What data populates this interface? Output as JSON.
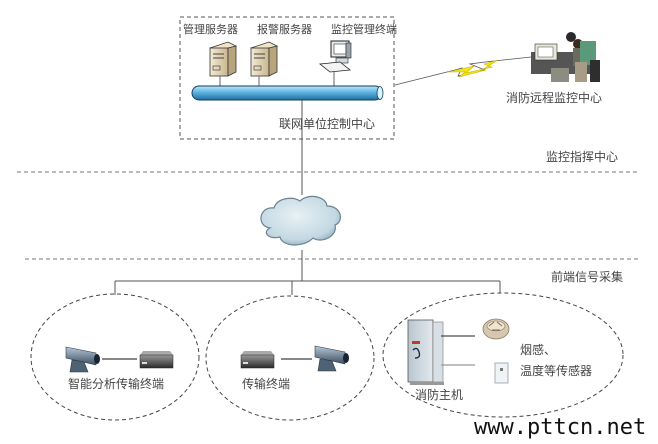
{
  "title": "消防远程监控系统架构图",
  "control_center": {
    "label": "联网单位控制中心",
    "devices": [
      {
        "label": "管理服务器",
        "icon": "server-icon"
      },
      {
        "label": "报警服务器",
        "icon": "server-icon"
      },
      {
        "label": "监控管理终端",
        "icon": "workstation-icon"
      }
    ]
  },
  "remote_center": {
    "label": "消防远程监控中心",
    "icon": "operators-at-computer-icon"
  },
  "wireless_link": {
    "icon": "lightning-bolt-icon",
    "color": "#f2e21a"
  },
  "network": {
    "icon": "cloud-icon"
  },
  "layers": [
    {
      "label": "监控指挥中心"
    },
    {
      "label": "前端信号采集"
    }
  ],
  "front_end_groups": [
    {
      "label": "智能分析传输终端",
      "devices": [
        "camera-icon",
        "transmission-box-icon"
      ]
    },
    {
      "label": "传输终端",
      "devices": [
        "transmission-box-icon",
        "camera-icon"
      ]
    },
    {
      "label": "消防主机",
      "sensors_label_line1": "烟感、",
      "sensors_label_line2": "温度等传感器",
      "devices": [
        "fire-control-cabinet-icon",
        "smoke-detector-icon",
        "temperature-sensor-icon"
      ]
    }
  ],
  "watermark": "www.pttcn.net",
  "colors": {
    "bus_pipe": "#5fb3e0",
    "cloud": "#c9dde6",
    "bolt": "#f2e21a",
    "line": "#555555"
  }
}
